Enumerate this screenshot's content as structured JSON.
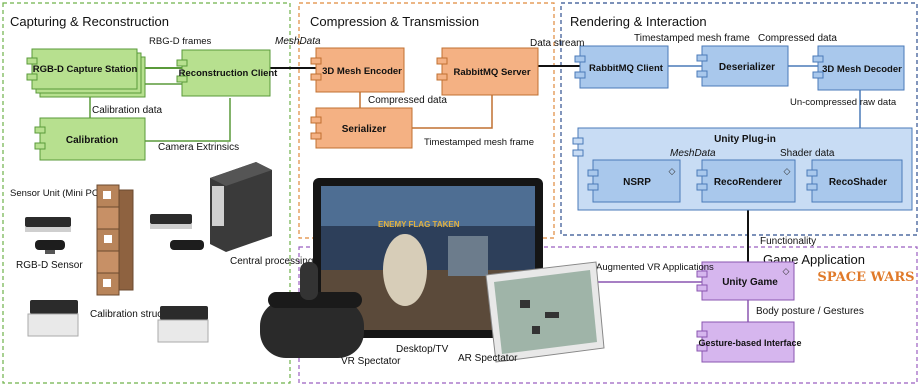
{
  "sections": {
    "capture": "Capturing & Reconstruction",
    "compression": "Compression & Transmission",
    "rendering": "Rendering & Interaction",
    "game_app": "Game Application",
    "game_logo": "SPACE WARS"
  },
  "components": {
    "rgbd_station": "RGB-D Capture Station",
    "reconstruction_client": "Reconstruction Client",
    "calibration": "Calibration",
    "mesh_encoder": "3D Mesh Encoder",
    "rabbitmq_server": "RabbitMQ Server",
    "serializer": "Serializer",
    "rabbitmq_client": "RabbitMQ Client",
    "deserializer": "Deserializer",
    "mesh_decoder": "3D Mesh Decoder",
    "unity_plugin": "Unity Plug-in",
    "nsrp": "NSRP",
    "reco_renderer": "RecoRenderer",
    "reco_shader": "RecoShader",
    "unity_game": "Unity Game",
    "gesture_interface": "Gesture-based Interface"
  },
  "flow_labels": {
    "rgbd_frames": "RBG-D frames",
    "calibration_data": "Calibration data",
    "camera_extrinsics": "Camera Extrinsics",
    "meshdata_top": "MeshData",
    "compressed_data_mid": "Compressed data",
    "timestamped_mesh_frame_mid": "Timestamped mesh frame",
    "data_stream": "Data stream",
    "timestamped_mesh_frame_top": "Timestamped mesh frame",
    "compressed_data_top": "Compressed data",
    "uncompressed_raw": "Un-compressed raw data",
    "meshdata_plugin": "MeshData",
    "shader_data": "Shader data",
    "functionality": "Functionality",
    "augmented_vr": "Augmented VR Applications",
    "body_posture": "Body posture / Gestures"
  },
  "hardware_labels": {
    "sensor_unit": "Sensor Unit (Mini PC)",
    "rgbd_sensor": "RGB-D Sensor",
    "calibration_structure": "Calibration structure",
    "central_unit": "Central processing unit",
    "vr_spectator": "VR Spectator",
    "desktop_tv": "Desktop/TV",
    "ar_spectator": "AR Spectator"
  },
  "screen_banner": "ENEMY FLAG TAKEN",
  "colors": {
    "capture_border": "#6fb24a",
    "compression_border": "#e08a3c",
    "rendering_border": "#2f4f8f",
    "game_border": "#9b5fc0",
    "green_fill": "#b7e08f",
    "green_stroke": "#5a9a3a",
    "orange_fill": "#f4b183",
    "orange_stroke": "#c07030",
    "blue_fill": "#a9c8ec",
    "blue_stroke": "#4a7ab8",
    "purple_fill": "#d6b6ee",
    "purple_stroke": "#8a55b0",
    "game_logo": "#e07a2a"
  }
}
